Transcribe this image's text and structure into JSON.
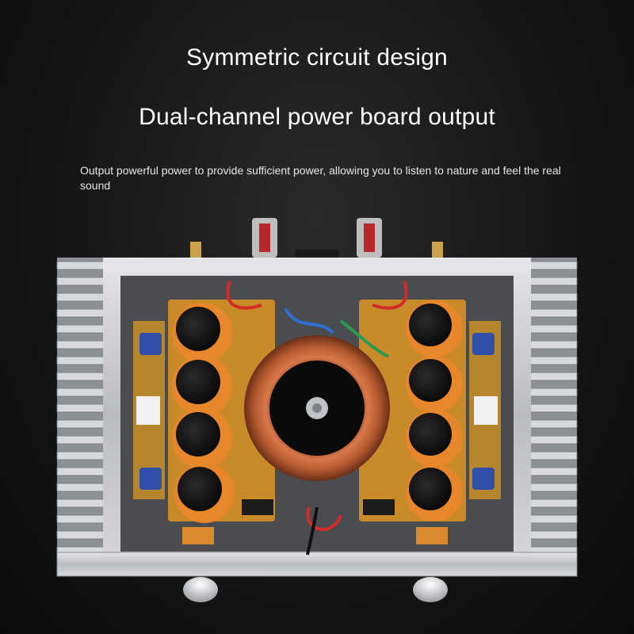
{
  "headline_1": "Symmetric circuit design",
  "headline_2": "Dual-channel power board output",
  "description": "Output powerful power to provide sufficient power, allowing you to listen to nature and feel the real sound",
  "colors": {
    "background": "#111111",
    "chassis_silver": "#c9ccd0",
    "pcb_amber": "#c98a2a",
    "capacitor_orange": "#e8862b",
    "transformer_copper": "#c86a3a",
    "capacitor_blue": "#2f4fa8"
  }
}
